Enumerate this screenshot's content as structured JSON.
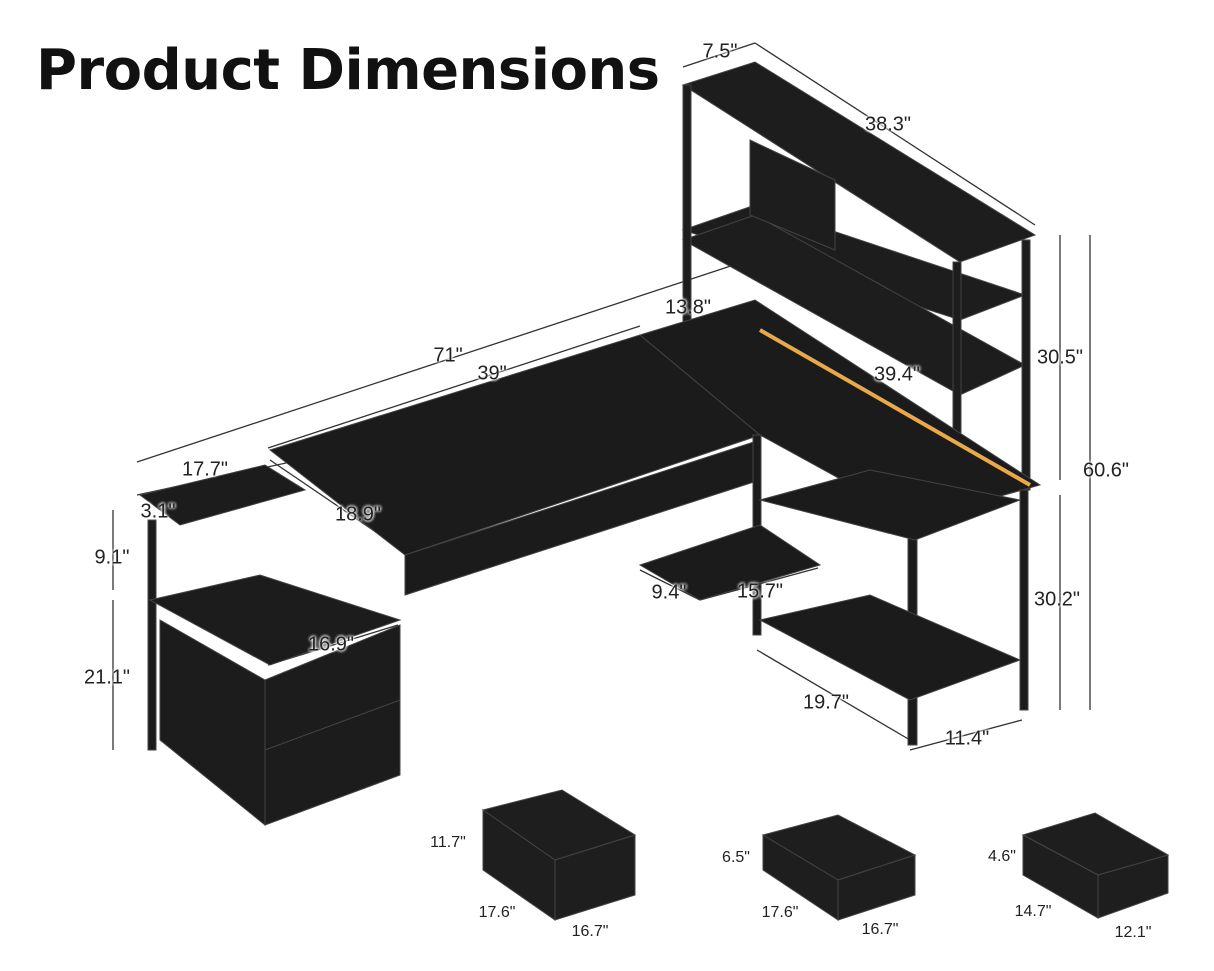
{
  "title": "Product Dimensions",
  "colors": {
    "furniture": "#1e1e1e",
    "frame": "#2a2a2a",
    "led": "#e8a94a",
    "dimension_line": "#333333"
  },
  "dimensions": {
    "hutch_depth": "7.5\"",
    "hutch_width": "38.3\"",
    "hutch_gap": "13.8\"",
    "total_length": "71\"",
    "main_desk_length": "39\"",
    "side_desk_length": "39.4\"",
    "hutch_height": "30.5\"",
    "total_height": "60.6\"",
    "cabinet_top_width": "17.7\"",
    "cabinet_top_thickness": "3.1\"",
    "desk_depth": "18.9\"",
    "shelf_clearance": "9.1\"",
    "cabinet_height": "21.1\"",
    "cabinet_width": "16.9\"",
    "keyboard_depth": "9.4\"",
    "keyboard_width": "15.7\"",
    "desk_height": "30.2\"",
    "side_desk_depth": "19.7\"",
    "shelf_width": "11.4\""
  },
  "bins": [
    {
      "height": "11.7\"",
      "depth": "17.6\"",
      "width": "16.7\""
    },
    {
      "height": "6.5\"",
      "depth": "17.6\"",
      "width": "16.7\""
    },
    {
      "height": "4.6\"",
      "depth": "14.7\"",
      "width": "12.1\""
    }
  ]
}
